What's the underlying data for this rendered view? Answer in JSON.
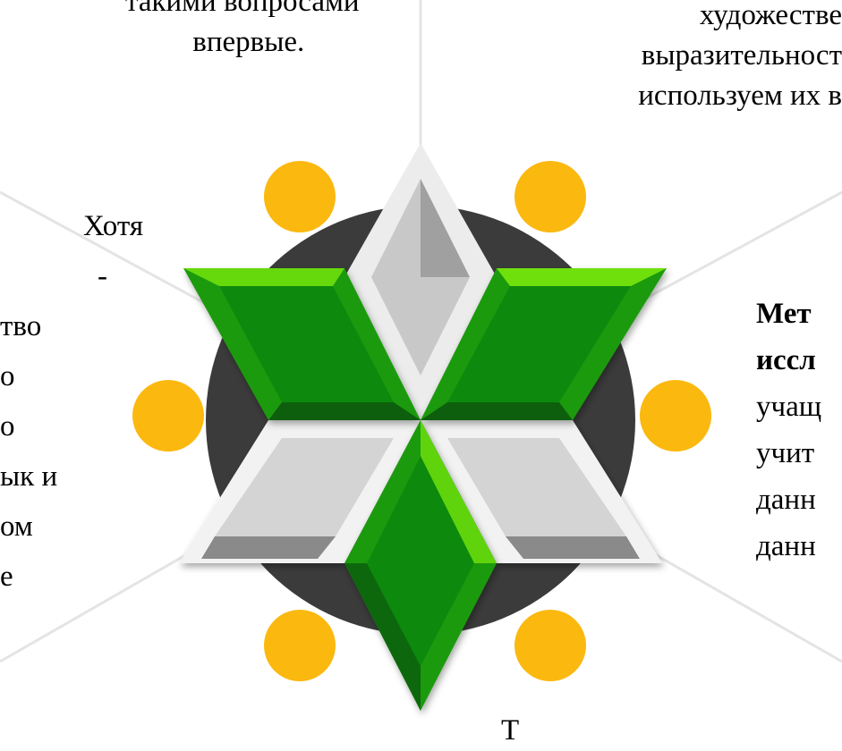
{
  "colors": {
    "green_light": "#66d90a",
    "green_mid": "#1f9a12",
    "green_dark": "#0a6b0a",
    "gray_light": "#d6d6d6",
    "gray_mid": "#a8a8a8",
    "gray_dark": "#7a7a7a",
    "circle": "#3b3b3b",
    "dot": "#fbb80f"
  },
  "texts": {
    "top_left": [
      "такими вопросами",
      "впервые."
    ],
    "top_right": [
      "художестве",
      "выразительност",
      "используем их в"
    ],
    "left": [
      "Хотя",
      "-",
      "тво",
      "о",
      "о",
      "ык и",
      "ом",
      "",
      "е"
    ],
    "right_bold": [
      "Мет",
      "иссл"
    ],
    "right": [
      "учащ",
      "учит",
      "данн",
      "данн"
    ],
    "bottom_fragment": "Т"
  }
}
